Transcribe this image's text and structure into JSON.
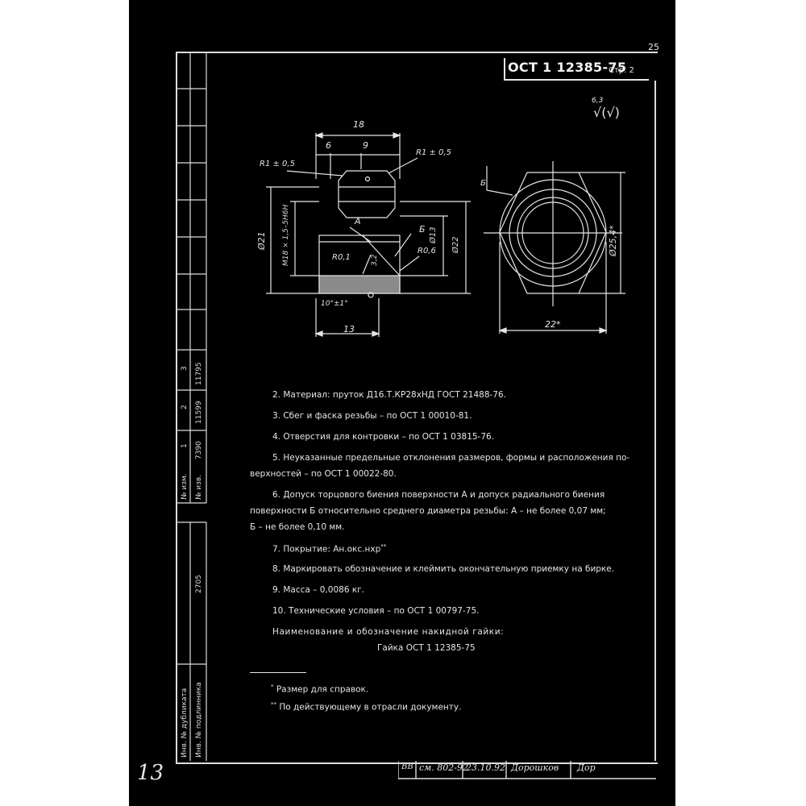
{
  "header": {
    "page_number": "25",
    "doc_code": "ОСТ 1 12385-75",
    "page_label": "Стр. 2",
    "roughness_value": "6,3",
    "roughness_symbol": "√(√)"
  },
  "drawing": {
    "dim_total": "18",
    "dim_left": "6",
    "dim_mid": "9",
    "radius_left": "R1 ± 0,5",
    "radius_right": "R1 ± 0,5",
    "dia_outer": "Ø21",
    "thread": "М18 × 1,5–5Н6Н",
    "label_a": "А",
    "label_b": "Б",
    "dia_bore": "Ø13",
    "dia_22": "Ø22",
    "r01": "R0,1",
    "r06": "R0,6",
    "dim_32": "3,2",
    "angle": "10°±1°",
    "dim_13": "13",
    "across_corners": "Ø25,4*",
    "across_flats": "22*",
    "view_letter": "Б"
  },
  "notes": [
    "2. Материал: пруток Д16.Т.КР28хНД ГОСТ 21488-76.",
    "3. Сбег и фаска резьбы – по ОСТ 1 00010-81.",
    "4. Отверстия для контровки – по ОСТ 1 03815-76.",
    "5. Неуказанные предельные отклонения размеров, формы и расположения по-",
    "верхностей – по ОСТ 1 00022-80.",
    "6. Допуск торцового биения поверхности  А  и допуск радиального биения",
    "поверхности  Б  относительно среднего диаметра резьбы: А – не более 0,07 мм;",
    "Б – не более 0,10 мм.",
    "7. Покрытие: Ан.окс.нхр",
    "8. Маркировать обозначение и клеймить окончательную приемку на бирке.",
    "9. Масса – 0,0086 кг.",
    "10. Технические условия – по ОСТ 1 00797-75."
  ],
  "coating_mark": "**",
  "name_heading": "Наименование и обозначение накидной гайки:",
  "name_value": "Гайка ОСТ 1 12385-75",
  "footnotes": {
    "f1_mark": "*",
    "f1_text": "Размер для справок.",
    "f2_mark": "**",
    "f2_text": "По действующему в отрасли документу."
  },
  "side_table": {
    "col_numbers": [
      "1",
      "2",
      "3"
    ],
    "values": [
      "7390",
      "11599",
      "11795"
    ],
    "label_izm": "№ изм.",
    "label_izv": "№ изв.",
    "code_2705": "2705",
    "label_dubl": "Инв. № дубликата",
    "label_podl": "Инв. № подлинника"
  },
  "bottom_stamp": {
    "cell1": "ВВ",
    "cell2": "см. 802-92",
    "cell3": "23.10.92",
    "cell4": "Дорошков",
    "cell5": "Дор"
  },
  "margin_number": "13"
}
